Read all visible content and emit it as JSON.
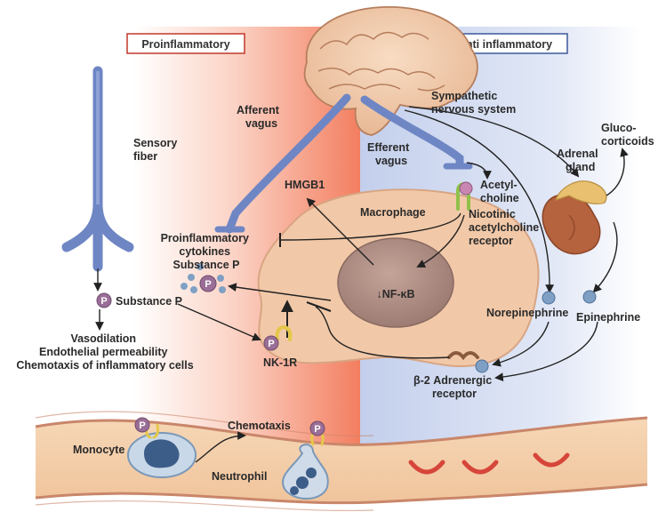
{
  "headers": {
    "proinflammatory": "Proinflammatory",
    "anti_inflammatory": "Anti inflammatory"
  },
  "labels": {
    "afferent_vagus": [
      "Afferent",
      "vagus"
    ],
    "sensory_fiber": [
      "Sensory",
      "fiber"
    ],
    "sympathetic": [
      "Sympathetic",
      "nervous system"
    ],
    "efferent_vagus": [
      "Efferent",
      "vagus"
    ],
    "glucocorticoids": [
      "Gluco-",
      "corticoids"
    ],
    "adrenal_gland": [
      "Adrenal",
      "gland"
    ],
    "hmgb1": "HMGB1",
    "macrophage": "Macrophage",
    "acetylcholine": [
      "Acetyl-",
      "choline"
    ],
    "nicotinic_receptor": [
      "Nicotinic",
      "acetylcholine",
      "receptor"
    ],
    "pro_cytokines": [
      "Proinflammatory",
      "cytokines",
      "Substance P"
    ],
    "nfkb": "↓NF-κB",
    "substance_p": "Substance P",
    "effects": [
      "Vasodilation",
      "Endothelial permeability",
      "Chemotaxis of inflammatory cells"
    ],
    "nk1r": "NK-1R",
    "norepinephrine": "Norepinephrine",
    "epinephrine": "Epinephrine",
    "beta2": [
      "β-2 Adrenergic",
      "receptor"
    ],
    "monocyte": "Monocyte",
    "chemotaxis": "Chemotaxis",
    "neutrophil": "Neutrophil",
    "p_symbol": "P"
  },
  "colors": {
    "nerve": "#6f86c4",
    "nerve_stroke": "#4d62a0",
    "pro_bg": "#f5907a",
    "anti_bg": "#c9d3ec",
    "macrophage": "#f4cdb0",
    "nucleus": "#b08f85",
    "p_circle": "#9a6e96",
    "vesicle": "#7fa0c4",
    "pro_box_border": "#c0392b",
    "anti_box_border": "#3c5a9a"
  }
}
